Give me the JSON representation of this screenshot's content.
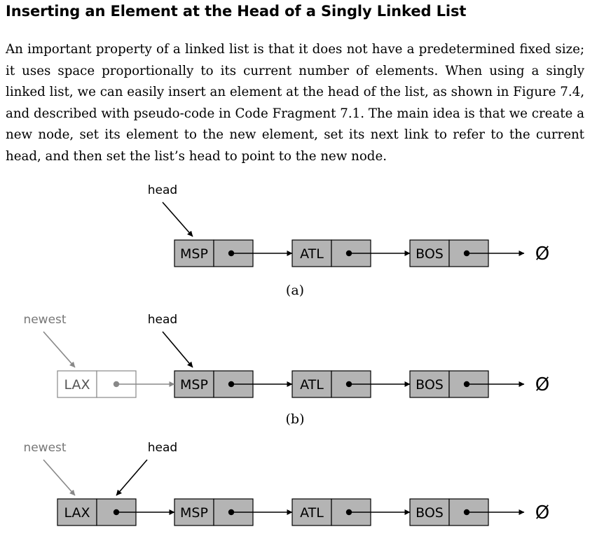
{
  "section": {
    "title": "Inserting an Element at the Head of a Singly Linked List",
    "body": "An important property of a linked list is that it does not have a predetermined fixed size; it uses space proportionally to its current number of elements. When using a singly linked list, we can easily insert an element at the head of the list, as shown in Figure 7.4, and described with pseudo-code in Code Fragment 7.1. The main idea is that we create a new node, set its element to the new element, set its next link to refer to the current head, and then set the list’s head to point to the new node."
  },
  "figure": {
    "null_symbol": "Ø",
    "panels": [
      {
        "sublabel": "(a)",
        "head_label": "head",
        "newest_label": "",
        "new_node": "",
        "nodes": [
          "MSP",
          "ATL",
          "BOS"
        ]
      },
      {
        "sublabel": "(b)",
        "head_label": "head",
        "newest_label": "newest",
        "new_node": "LAX",
        "nodes": [
          "MSP",
          "ATL",
          "BOS"
        ]
      },
      {
        "sublabel": "",
        "head_label": "head",
        "newest_label": "newest",
        "new_node": "LAX",
        "nodes": [
          "MSP",
          "ATL",
          "BOS"
        ]
      }
    ],
    "colors": {
      "node_fill": "#b4b4b4",
      "node_stroke": "#000000",
      "new_node_stroke": "#888888",
      "newest_pointer": "#888888",
      "text": "#000000"
    }
  }
}
